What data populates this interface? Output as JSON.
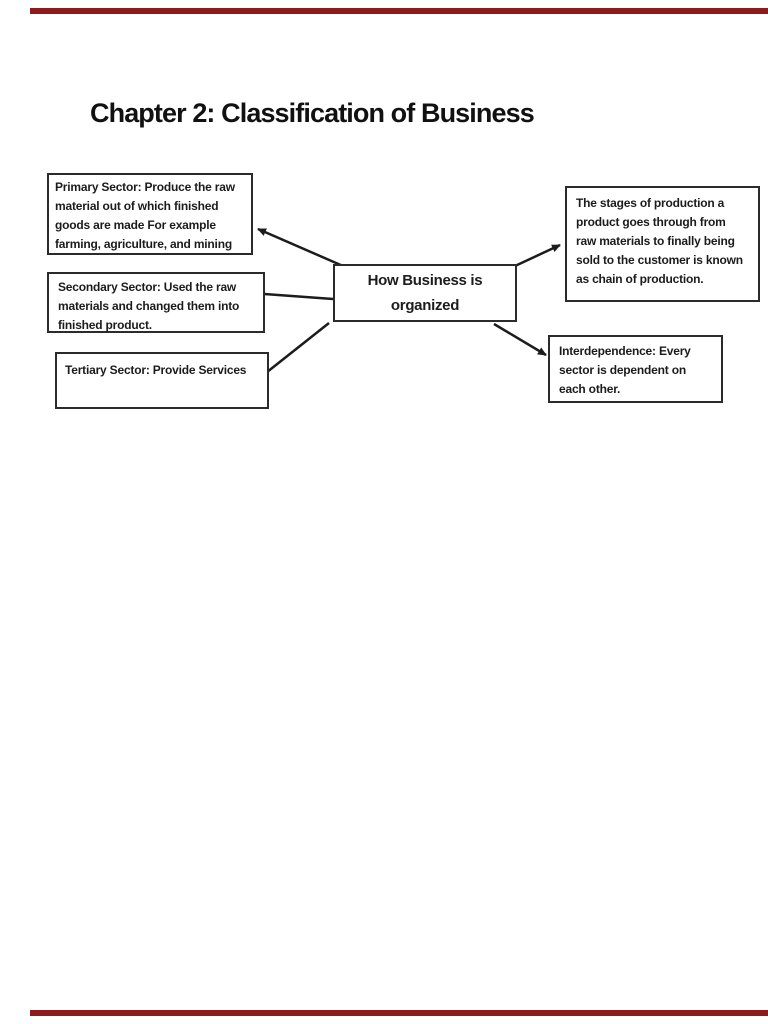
{
  "page": {
    "title": "Chapter 2: Classification of Business"
  },
  "diagram": {
    "center_label": "How Business is\norganized",
    "boxes": {
      "primary": "Primary Sector: Produce the raw\nmaterial out of which finished\ngoods are made For example\nfarming, agriculture, and mining",
      "secondary": "Secondary Sector: Used the raw\nmaterials and changed them into\nfinished product.",
      "tertiary": "Tertiary Sector: Provide Services",
      "chain": "The stages of production a\nproduct goes through from\nraw materials to finally being\nsold to the customer is known\nas chain of production.",
      "interdependence": "Interdependence: Every\nsector is dependent on\neach other."
    }
  },
  "colors": {
    "accent_bar": "#8e1b1b",
    "ink": "#1c1c1c",
    "box_border": "#2b2b2b"
  }
}
